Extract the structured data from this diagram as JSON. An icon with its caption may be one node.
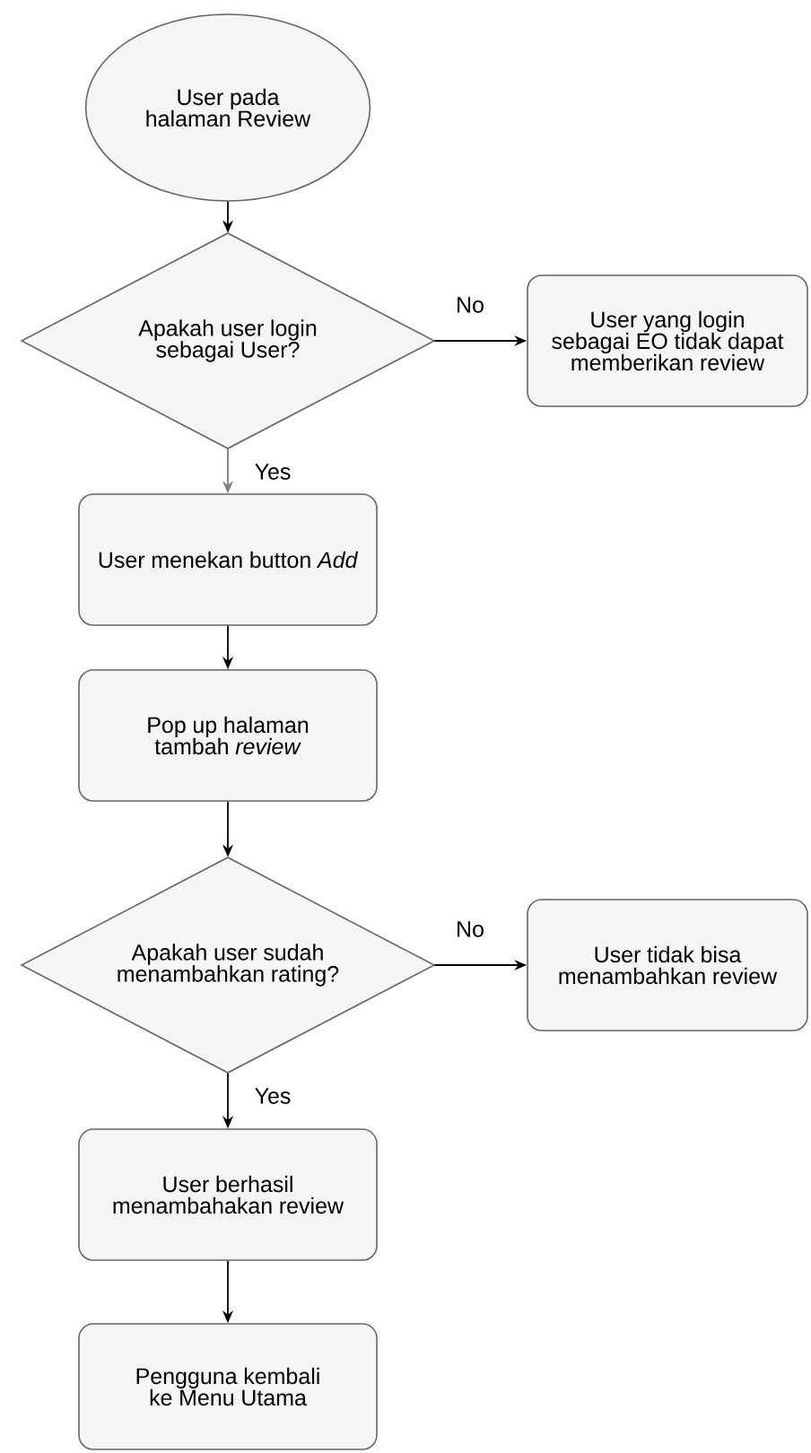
{
  "diagram": {
    "nodes": [
      {
        "text": [
          "User pada halaman Review"
        ]
      },
      {
        "text": [
          "Apakah user login sebagai User?"
        ]
      },
      {
        "text": [
          "User yang login sebagai EO tidak dapat memberikan review"
        ]
      },
      {
        "text": [
          "User menekan button *Add*"
        ]
      },
      {
        "text": [
          "Pop up halaman tambah *review*"
        ]
      },
      {
        "text": [
          "Apakah user sudah menambahkan rating?"
        ]
      },
      {
        "text": [
          "User tidak bisa menambahkan review"
        ]
      },
      {
        "text": [
          "User berhasil menambahakan review"
        ]
      },
      {
        "text": [
          "Pengguna kembali ke Menu Utama"
        ]
      }
    ],
    "edges": [
      {
        "from": 0,
        "to": 1,
        "arrow": "to"
      },
      {
        "from": 1,
        "to": 2,
        "arrow": "to",
        "label": "No"
      },
      {
        "from": 1,
        "to": 3,
        "arrow": "to",
        "label": "Yes",
        "color": "#808080"
      },
      {
        "from": 3,
        "to": 4,
        "arrow": "to"
      },
      {
        "from": 4,
        "to": 5,
        "arrow": "to"
      },
      {
        "from": 5,
        "to": 6,
        "arrow": "to",
        "label": "No"
      },
      {
        "from": 5,
        "to": 7,
        "arrow": "to",
        "label": "Yes"
      },
      {
        "from": 7,
        "to": 8,
        "arrow": "to"
      }
    ]
  }
}
